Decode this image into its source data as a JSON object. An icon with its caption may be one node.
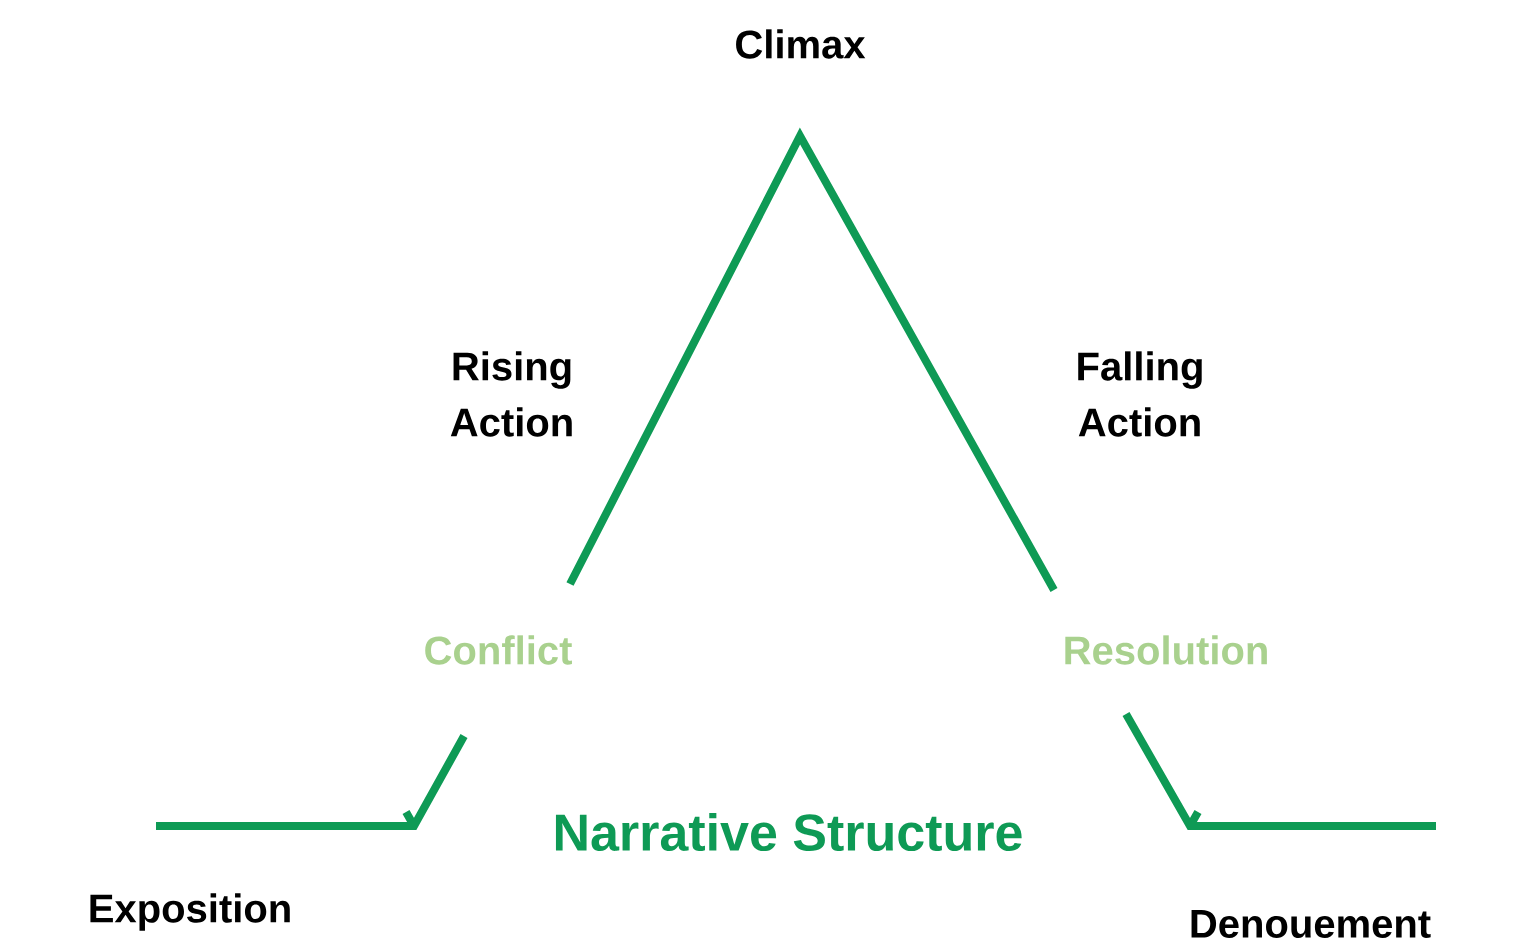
{
  "diagram": {
    "title": "Narrative Structure",
    "labels": [
      "Climax",
      "Rising Action",
      "Falling Action",
      "Conflict",
      "Resolution",
      "Exposition",
      "Denouement"
    ]
  }
}
